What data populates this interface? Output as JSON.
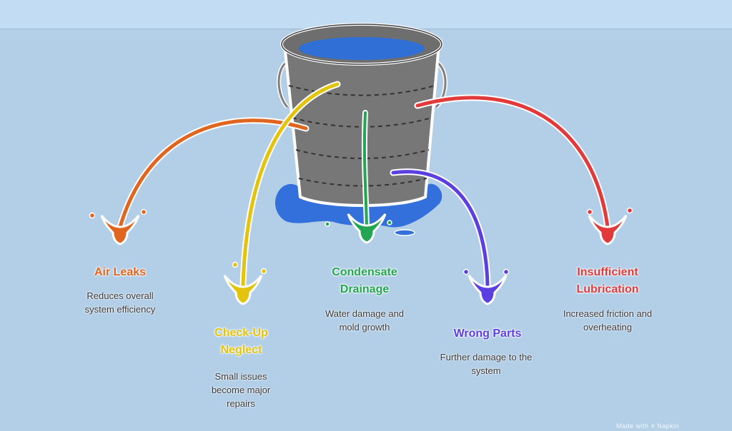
{
  "colors": {
    "background": "#b3cfe8",
    "bucket": "#777777",
    "bucket_outline": "#ffffff",
    "water": "#2f6fd6",
    "puddle": "#3470dc",
    "air_leaks": "#e0651f",
    "check_up": "#e3c30c",
    "condensate": "#22a651",
    "wrong_parts": "#5b3fe0",
    "lubrication": "#e23a3a"
  },
  "items": [
    {
      "id": "air-leaks",
      "title": "Air Leaks",
      "description": "Reduces overall system efficiency",
      "color": "#e0651f"
    },
    {
      "id": "check-up-neglect",
      "title": "Check-Up Neglect",
      "description": "Small issues become major repairs",
      "color": "#e3c30c"
    },
    {
      "id": "condensate-drainage",
      "title": "Condensate Drainage",
      "description": "Water damage and mold growth",
      "color": "#22a651"
    },
    {
      "id": "wrong-parts",
      "title": "Wrong Parts",
      "description": "Further damage to the system",
      "color": "#5b3fe0"
    },
    {
      "id": "insufficient-lubrication",
      "title": "Insufficient Lubrication",
      "description": "Increased friction and overheating",
      "color": "#e23a3a"
    }
  ],
  "icons": [
    "bucket-icon",
    "splash-icon"
  ],
  "footer": "Made with ≡ Napkin"
}
